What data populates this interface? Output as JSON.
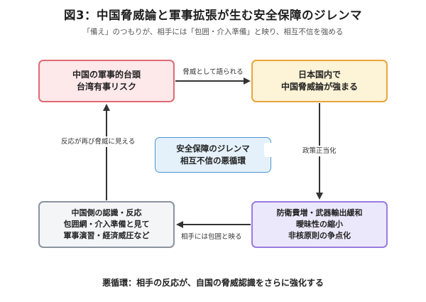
{
  "title": "図3：中国脅威論と軍事拡張が生む安全保障のジレンマ",
  "subtitle": "「備え」のつもりが、相手には「包囲・介入準備」と映り、相互不信を強める",
  "boxes": {
    "top_left": {
      "line1": "中国の軍事的台頭",
      "line2": "台湾有事リスク"
    },
    "top_right": {
      "line1": "日本国内で",
      "line2": "中国脅威論が強まる"
    },
    "bottom_right": {
      "line1": "防衛費増・武器輸出緩和",
      "line2": "曖昧性の縮小",
      "line3": "非核原則の争点化"
    },
    "bottom_left": {
      "line1": "中国側の認識・反応",
      "line2": "包囲網・介入準備と見て",
      "line3": "軍事演習・経済威圧など"
    },
    "center": {
      "line1": "安全保障のジレンマ",
      "line2": "相互不信の悪循環"
    }
  },
  "edges": {
    "top": "脅威として語られる",
    "right": "政策正当化",
    "bottom": "相手には包囲と映る",
    "left": "反応が再び脅威に見える"
  },
  "footer": "悪循環：相手の反応が、自国の脅威認識をさらに強化する"
}
